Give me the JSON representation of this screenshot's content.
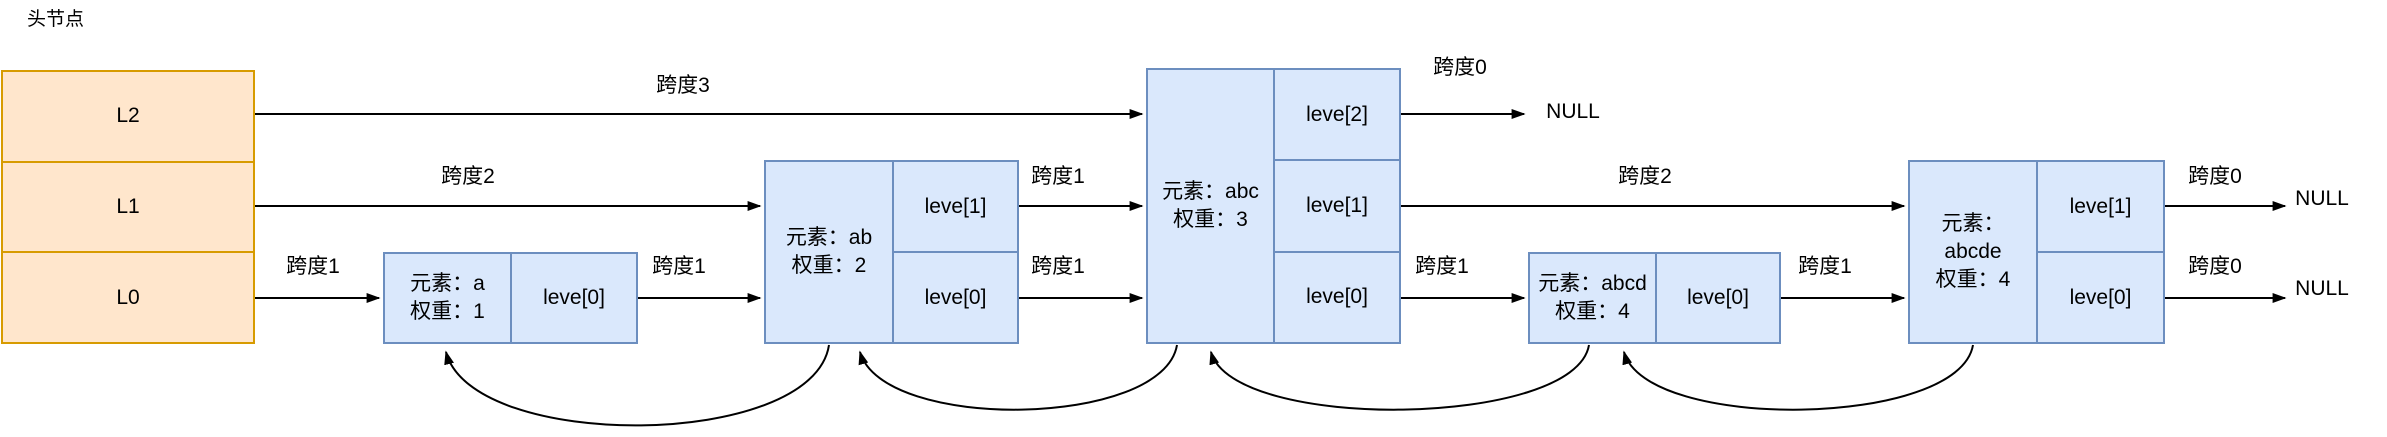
{
  "title": "头节点",
  "colors": {
    "head_fill": "#FFE6CC",
    "head_stroke": "#D79B00",
    "node_fill": "#DAE8FC",
    "node_stroke": "#6C8EBF",
    "arrow": "#000000"
  },
  "head_node": {
    "levels": [
      "L2",
      "L1",
      "L0"
    ]
  },
  "nodes": [
    {
      "element": "元素：a",
      "weight": "权重：1",
      "levels": [
        "leve[0]"
      ]
    },
    {
      "element": "元素：ab",
      "weight": "权重：2",
      "levels": [
        "leve[1]",
        "leve[0]"
      ]
    },
    {
      "element": "元素：abc",
      "weight": "权重：3",
      "levels": [
        "leve[2]",
        "leve[1]",
        "leve[0]"
      ]
    },
    {
      "element": "元素：abcd",
      "weight": "权重：4",
      "levels": [
        "leve[0]"
      ]
    },
    {
      "element": "元素：abcde",
      "weight": "权重：4",
      "levels": [
        "leve[1]",
        "leve[0]"
      ]
    }
  ],
  "spans": [
    "跨度3",
    "跨度2",
    "跨度1",
    "跨度1",
    "跨度1",
    "跨度1",
    "跨度0",
    "跨度2",
    "跨度1",
    "跨度1",
    "跨度0",
    "跨度0"
  ],
  "nulls": [
    "NULL",
    "NULL",
    "NULL"
  ]
}
